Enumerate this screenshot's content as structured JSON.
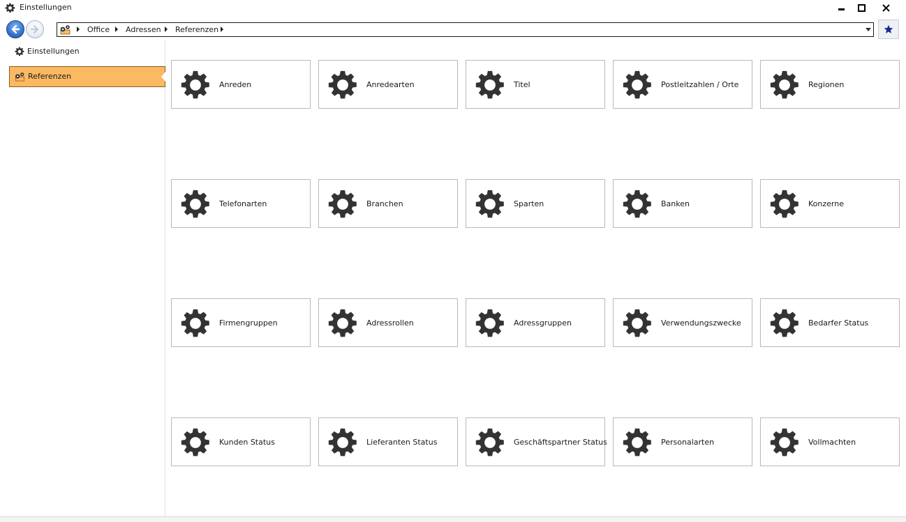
{
  "window": {
    "title": "Einstellungen",
    "controls": {
      "minimize": "minimize",
      "maximize": "maximize",
      "close": "close"
    }
  },
  "nav": {
    "breadcrumbs": [
      "Office",
      "Adressen",
      "Referenzen"
    ]
  },
  "sidebar": {
    "items": [
      {
        "label": "Einstellungen",
        "icon": "gear-icon",
        "active": false
      },
      {
        "label": "Referenzen",
        "icon": "references-icon",
        "active": true
      }
    ]
  },
  "tiles": [
    "Anreden",
    "Anredearten",
    "Titel",
    "Postleitzahlen / Orte",
    "Regionen",
    "Telefonarten",
    "Branchen",
    "Sparten",
    "Banken",
    "Konzerne",
    "Firmengruppen",
    "Adressrollen",
    "Adressgruppen",
    "Verwendungszwecke",
    "Bedarfer Status",
    "Kunden Status",
    "Lieferanten Status",
    "Geschäftspartner Status",
    "Personalarten",
    "Vollmachten"
  ],
  "colors": {
    "accent": "#fbb962",
    "gear": "#333333",
    "favorite_star": "#1a2d8f",
    "back_button": "#3b78d0"
  }
}
